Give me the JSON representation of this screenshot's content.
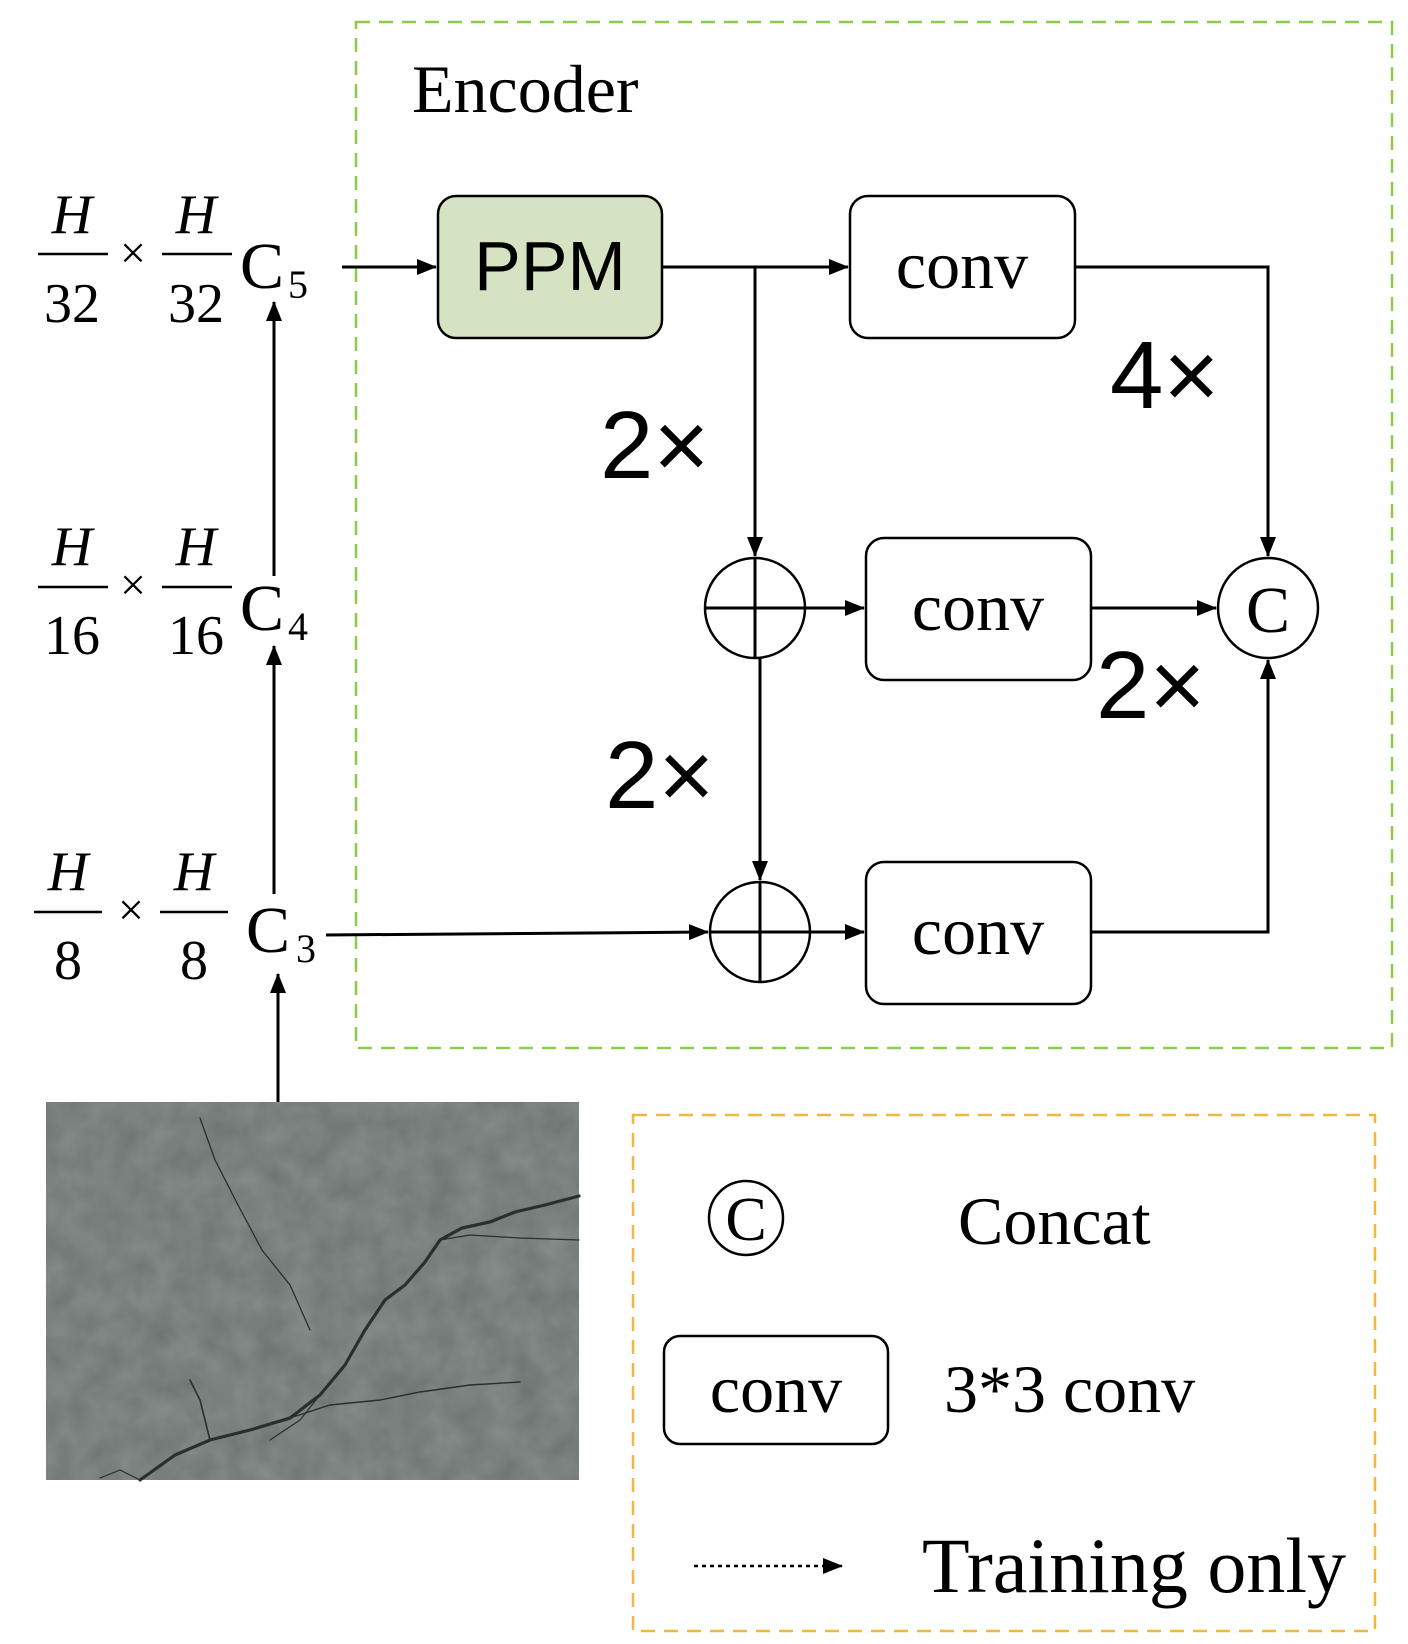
{
  "encoder": {
    "title": "Encoder",
    "border_color": "#8ccc4a",
    "ppm_label": "PPM",
    "ppm_fill": "#d5e3c3",
    "conv_top_label": "conv",
    "conv_mid_label": "conv",
    "conv_bottom_label": "conv",
    "concat_symbol": "C",
    "scale_top_right": "4×",
    "scale_mid_right": "2×",
    "scale_top_left": "2×",
    "scale_bottom_left": "2×"
  },
  "features": {
    "c5": {
      "num1": "H",
      "den1": "32",
      "times": "×",
      "num2": "H",
      "den2": "32",
      "name": "C",
      "sub": "5"
    },
    "c4": {
      "num1": "H",
      "den1": "16",
      "times": "×",
      "num2": "H",
      "den2": "16",
      "name": "C",
      "sub": "4"
    },
    "c3": {
      "num1": "H",
      "den1": "8",
      "times": "×",
      "num2": "H",
      "den2": "8",
      "name": "C",
      "sub": "3"
    }
  },
  "input_image": {
    "description_icon": "concrete-crack-photo",
    "base_color": "#6b7370"
  },
  "legend": {
    "border_color": "#f0b840",
    "concat_symbol": "C",
    "concat_label": "Concat",
    "conv_box_label": "conv",
    "conv_label": "3*3 conv",
    "training_label": "Training only"
  }
}
